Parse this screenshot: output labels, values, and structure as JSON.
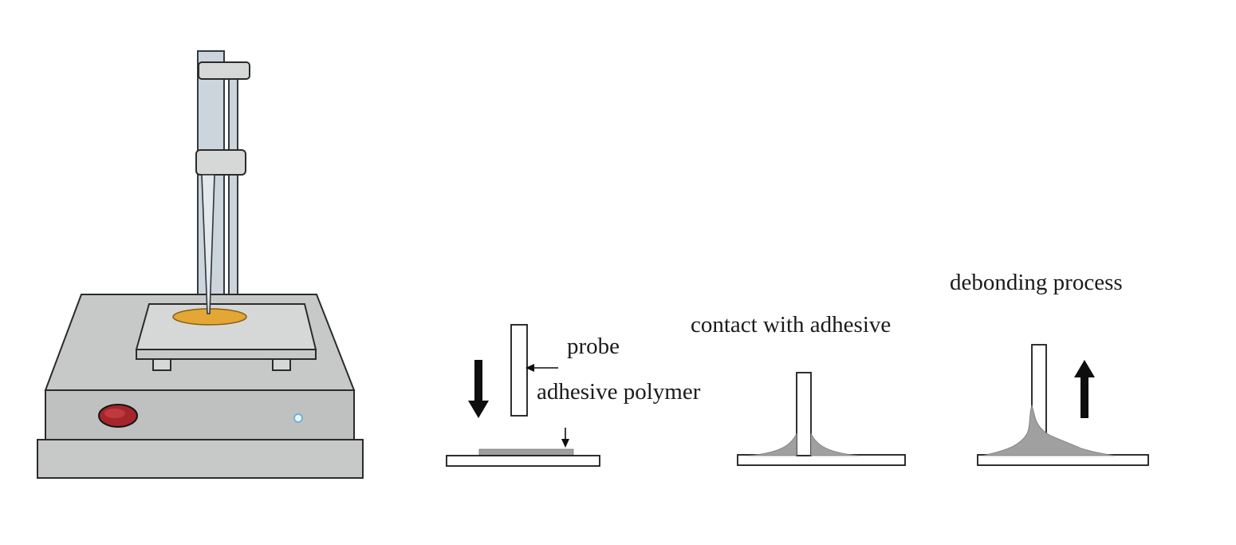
{
  "figure": {
    "approach": {
      "probe_label": "probe",
      "adhesive_label": "adhesive polymer"
    },
    "contact": {
      "label": "contact with adhesive"
    },
    "debonding": {
      "label": "debonding process"
    }
  },
  "colors": {
    "machine_gray": "#c7c9c8",
    "machine_gray_dark": "#bfc1c0",
    "column_fill": "#ccd5dc",
    "sample_orange": "#e2a735",
    "button_red": "#a4262c",
    "indicator_blue": "#6fb3d9",
    "adhesive_gray": "#a0a0a0"
  }
}
